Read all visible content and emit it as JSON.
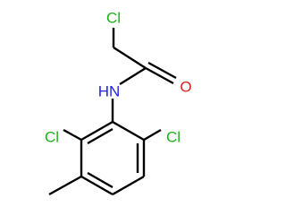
{
  "molecule": {
    "atoms": {
      "cl_top": {
        "symbol": "Cl"
      },
      "nh": {
        "symbol": "HN"
      },
      "o": {
        "symbol": "O"
      },
      "cl_left": {
        "symbol": "Cl"
      },
      "cl_right": {
        "symbol": "Cl"
      }
    }
  },
  "colors": {
    "chlorine": "#1fb01f",
    "nitrogen": "#1f1fe0",
    "oxygen": "#e01f1f",
    "bond": "#000000",
    "background": "#ffffff"
  }
}
